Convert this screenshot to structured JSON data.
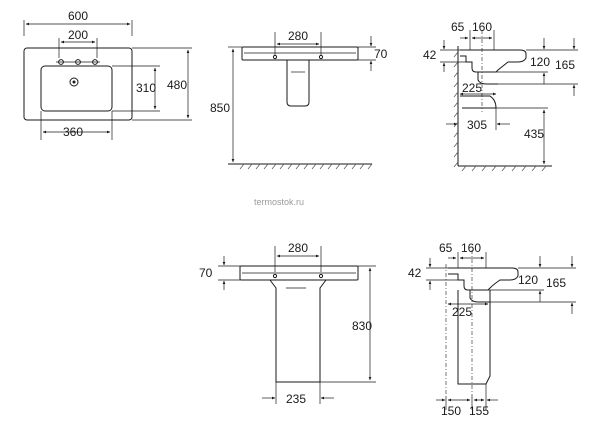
{
  "watermark": "termostok.ru",
  "views": {
    "top_view": {
      "overall_width": "600",
      "tap_holes_spacing": "200",
      "depth": "480",
      "bowl_depth": "310",
      "bowl_width": "360"
    },
    "front_wall_hung": {
      "fixing_spacing": "280",
      "rim_height": "70",
      "mount_height": "850"
    },
    "side_wall_hung": {
      "dim_65": "65",
      "dim_160": "160",
      "dim_42": "42",
      "dim_120": "120",
      "dim_165": "165",
      "dim_225": "225",
      "dim_305": "305",
      "dim_435": "435"
    },
    "front_pedestal": {
      "fixing_spacing": "280",
      "rim_height": "70",
      "total_height": "830",
      "pedestal_width": "235"
    },
    "side_pedestal": {
      "dim_65": "65",
      "dim_160": "160",
      "dim_42": "42",
      "dim_120": "120",
      "dim_165": "165",
      "dim_225": "225",
      "dim_150": "150",
      "dim_155": "155"
    }
  }
}
